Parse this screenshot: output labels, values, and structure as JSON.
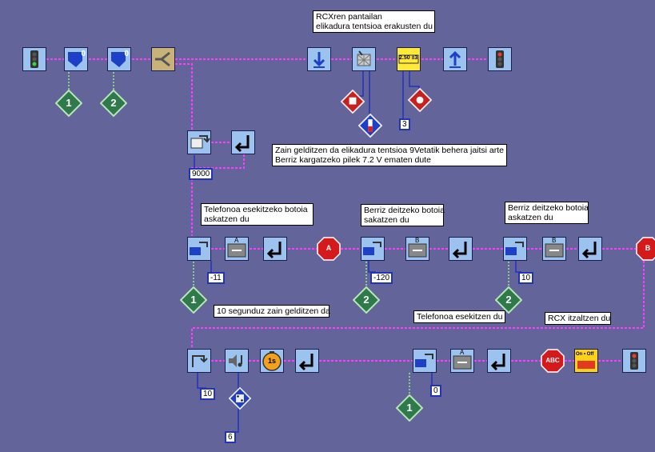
{
  "notes": {
    "rcx_display": "RCXren pantailan\nelikadura tentsioa erakusten du",
    "wait_voltage": "Zain gelditzen da elikadura tentsioa 9Vetatik behera jaitsi arte\nBerriz kargatzeko pilek 7.2 V ematen dute",
    "release_pickup": "Telefonoa esekitzeko botoia\naskatzen du",
    "release_redial_1": "Berriz deitzeko botoia\nsakatzen du",
    "release_redial_2": "Berriz deitzeko botoia\naskatzen du",
    "wait_10s": "10 segunduz zain gelditzen da",
    "hangs_up": "Telefonoa esekitzen du",
    "turns_off": "RCX itzaltzen du"
  },
  "values": {
    "display_value": "3",
    "wait_threshold": "9000",
    "motor_a_1": "-11",
    "motor_b": "-120",
    "motor_b_2": "10",
    "wait_time": "10",
    "sound": "6",
    "motor_a_2": "0"
  },
  "block_labels": {
    "counter_1": "0",
    "counter_2": "0",
    "display_box": "2.50 ±3",
    "timer": "1s",
    "on_off": "On • Off",
    "motor_a_label_1": "A",
    "motor_b_label_1": "B",
    "motor_b_label_2": "B",
    "motor_a_label_2": "A"
  },
  "diamonds": {
    "d1_top": "1",
    "d2_top": "2",
    "d1_mid": "1",
    "d2_mid_a": "2",
    "d2_mid_b": "2",
    "d1_bottom": "1"
  },
  "stops": {
    "stop_a": "A",
    "stop_b": "B",
    "stop_all": "ABC"
  },
  "colors": {
    "wire": "#ff3cff",
    "block": "#9cc3f0",
    "background": "#63649a",
    "diamond": "#2f7a4a"
  }
}
